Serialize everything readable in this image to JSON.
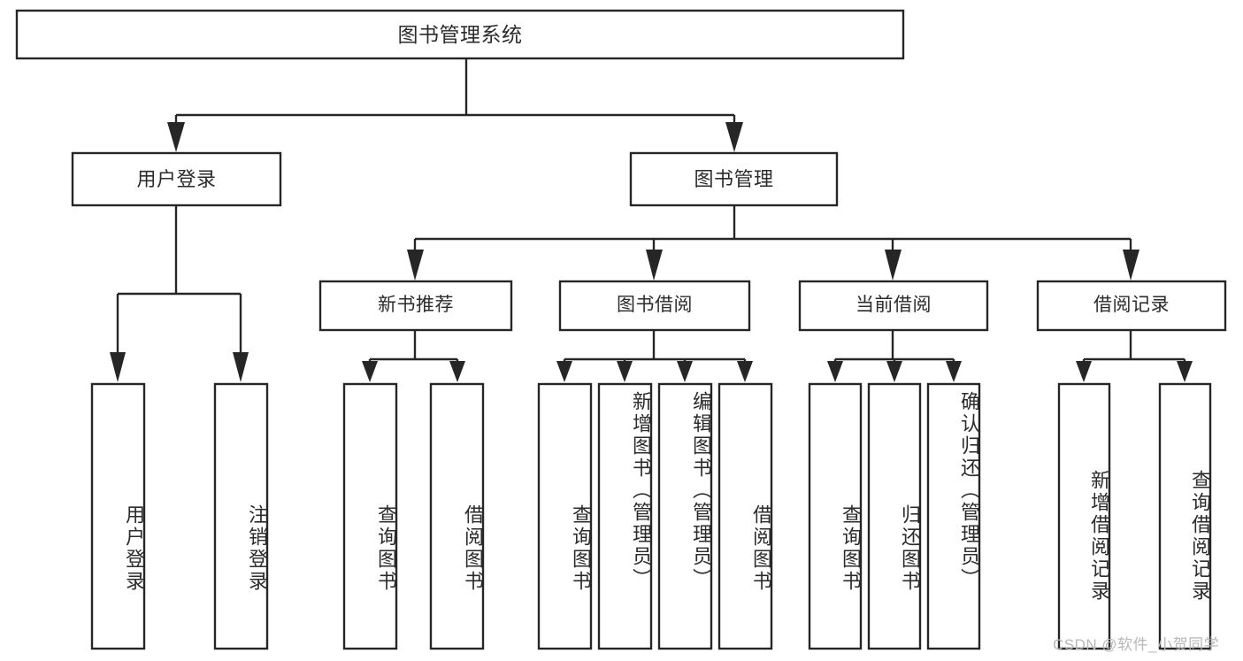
{
  "diagram": {
    "type": "tree-hierarchy-chart",
    "title": "图书管理系统",
    "line_color": "#262626",
    "box_fill": "#ffffff",
    "text_color": "#2b2b2b",
    "nodes": {
      "root": {
        "label": "图书管理系统"
      },
      "level1": [
        {
          "label": "用户登录"
        },
        {
          "label": "图书管理"
        }
      ],
      "level2": [
        {
          "label": "新书推荐"
        },
        {
          "label": "图书借阅"
        },
        {
          "label": "当前借阅"
        },
        {
          "label": "借阅记录"
        }
      ],
      "leaves_user_login": [
        {
          "label": "用户登录"
        },
        {
          "label": "注销登录"
        }
      ],
      "leaves_new_book": [
        {
          "label": "查询图书"
        },
        {
          "label": "借阅图书"
        }
      ],
      "leaves_book_borrow": [
        {
          "label": "查询图书"
        },
        {
          "label": "新增图书（管理员）"
        },
        {
          "label": "编辑图书（管理员）"
        },
        {
          "label": "借阅图书"
        }
      ],
      "leaves_current_borrow": [
        {
          "label": "查询图书"
        },
        {
          "label": "归还图书"
        },
        {
          "label": "确认归还（管理员）"
        }
      ],
      "leaves_borrow_record": [
        {
          "label": "新增借阅记录"
        },
        {
          "label": "查询借阅记录"
        }
      ]
    },
    "watermark": "CSDN @软件_小贺同学"
  }
}
